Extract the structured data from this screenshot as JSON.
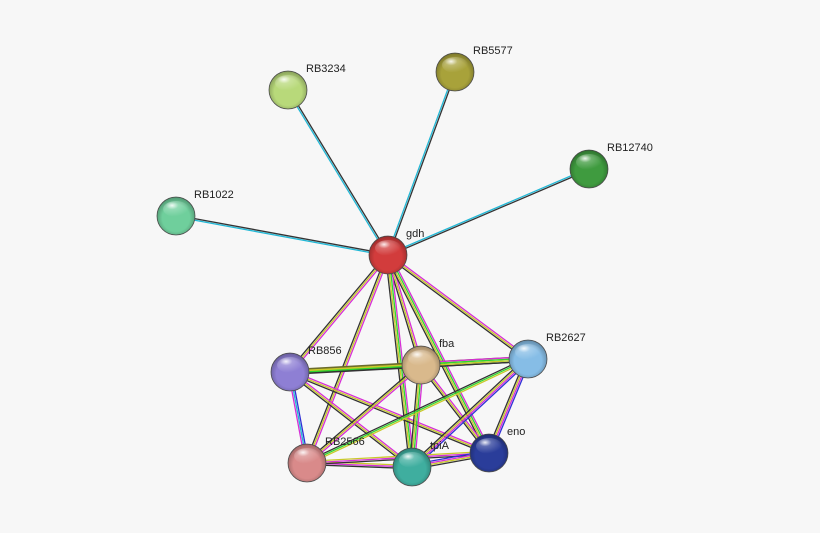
{
  "network": {
    "nodes": [
      {
        "id": "gdh",
        "label": "gdh",
        "color": "#d23c3c"
      },
      {
        "id": "RB3234",
        "label": "RB3234",
        "color": "#b8d97a"
      },
      {
        "id": "RB5577",
        "label": "RB5577",
        "color": "#a8a23a"
      },
      {
        "id": "RB12740",
        "label": "RB12740",
        "color": "#3f9b3f"
      },
      {
        "id": "RB1022",
        "label": "RB1022",
        "color": "#6fcf9c"
      },
      {
        "id": "RB856",
        "label": "RB856",
        "color": "#8e7fd4"
      },
      {
        "id": "fba",
        "label": "fba",
        "color": "#d9b98c"
      },
      {
        "id": "RB2627",
        "label": "RB2627",
        "color": "#86bde6"
      },
      {
        "id": "RB2566",
        "label": "RB2566",
        "color": "#d98a8a"
      },
      {
        "id": "tpiA",
        "label": "tpiA",
        "color": "#3fae9f"
      },
      {
        "id": "eno",
        "label": "eno",
        "color": "#2a3d9a"
      }
    ],
    "edge_colors": {
      "cyan": "#22b8d6",
      "dark": "#333333",
      "magenta": "#d62fd6",
      "yellow": "#c9c92a",
      "green": "#2fd62f",
      "blue": "#2f2fd6",
      "olive": "#6b6b2a"
    }
  }
}
